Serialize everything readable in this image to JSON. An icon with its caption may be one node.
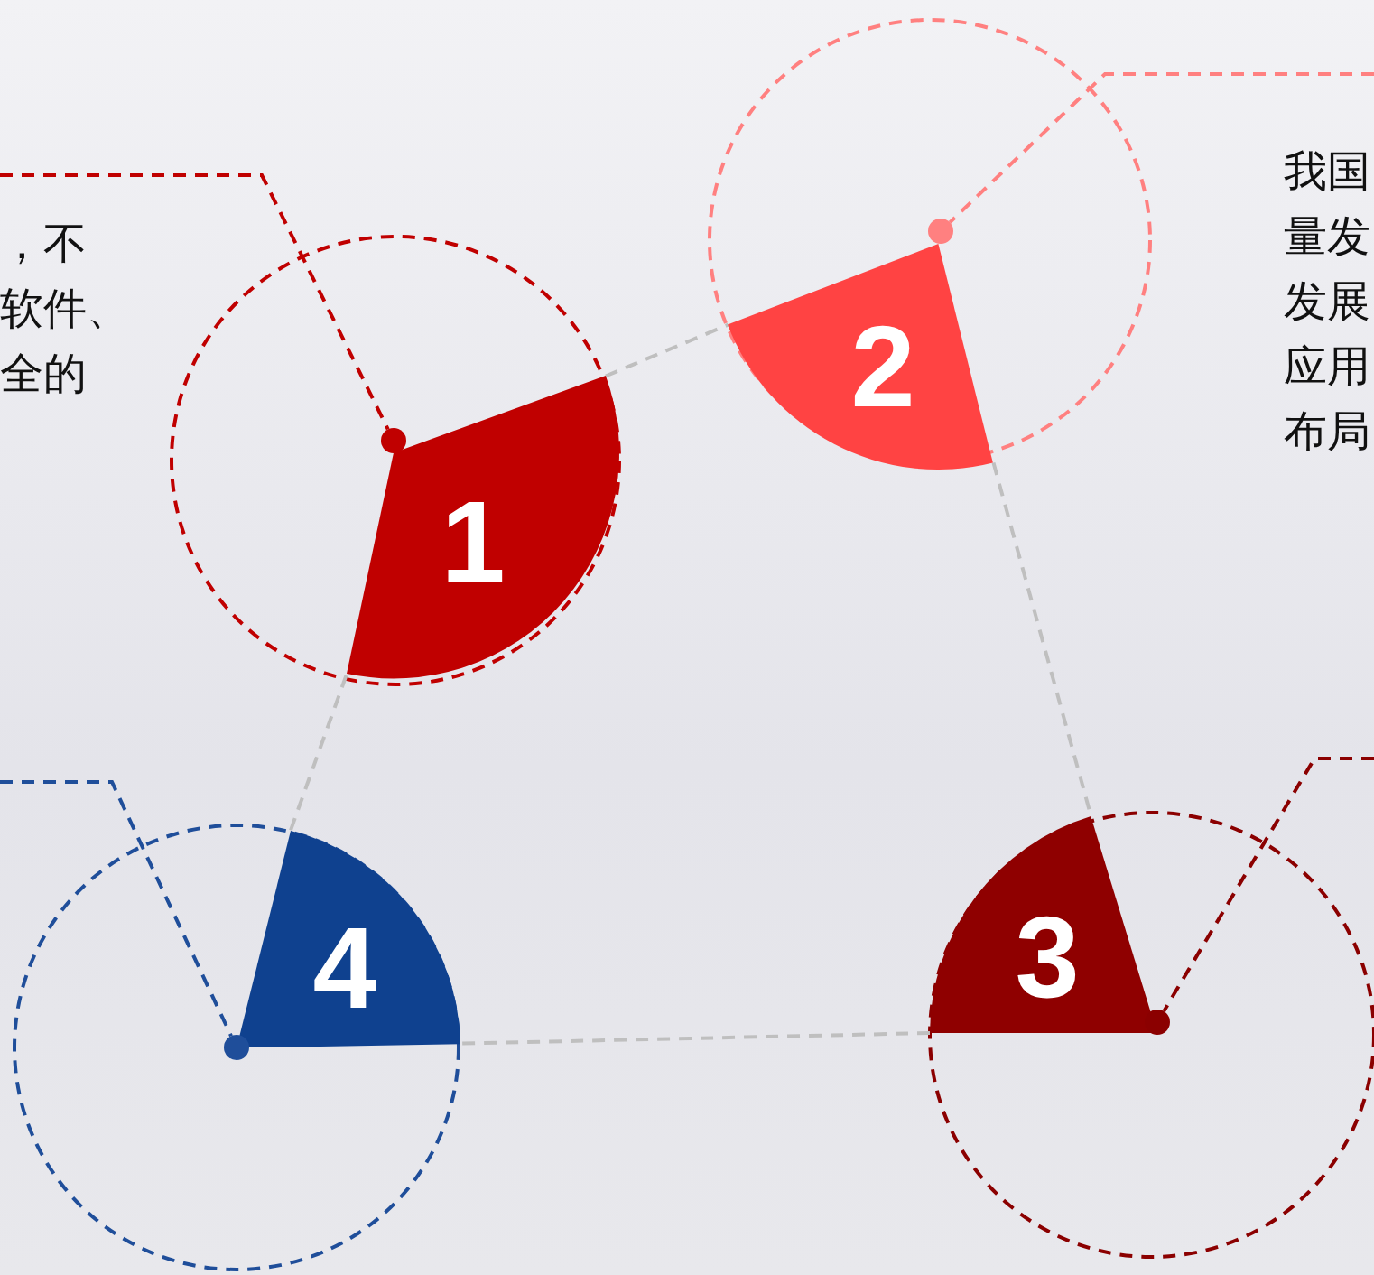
{
  "diagram": {
    "nodes": [
      {
        "text": [
          "，不软件、全的"
        ]
      },
      {
        "text": [],
        "shape": "circle"
      },
      {
        "text": [
          "1"
        ]
      },
      {
        "text": [],
        "shape": "circle"
      },
      {
        "text": [
          "2"
        ]
      },
      {
        "text": [
          "我国量发发展应用布局"
        ]
      },
      {
        "text": [
          "4"
        ]
      },
      {
        "text": [],
        "shape": "circle"
      },
      {
        "text": [
          "3"
        ]
      },
      {
        "text": [],
        "shape": "circle"
      }
    ],
    "edges": [
      {
        "from": 0,
        "to": 1,
        "arrow": "none",
        "style": "dashed",
        "color": "#c00000"
      },
      {
        "from": 5,
        "to": 3,
        "arrow": "none",
        "style": "dashed",
        "color": "#ff8080"
      },
      {
        "from": null,
        "to": 9,
        "arrow": "none",
        "style": "dashed",
        "color": "#8b0000"
      },
      {
        "from": null,
        "to": 7,
        "arrow": "none",
        "style": "dashed",
        "color": "#1f4e9a"
      },
      {
        "from": 2,
        "to": 4,
        "arrow": "none",
        "style": "dashed",
        "color": "#bfbfbf"
      },
      {
        "from": 4,
        "to": 8,
        "arrow": "none",
        "style": "dashed",
        "color": "#bfbfbf"
      },
      {
        "from": 8,
        "to": 6,
        "arrow": "none",
        "style": "dashed",
        "color": "#bfbfbf"
      },
      {
        "from": 6,
        "to": 2,
        "arrow": "none",
        "style": "dashed",
        "color": "#bfbfbf"
      }
    ]
  }
}
